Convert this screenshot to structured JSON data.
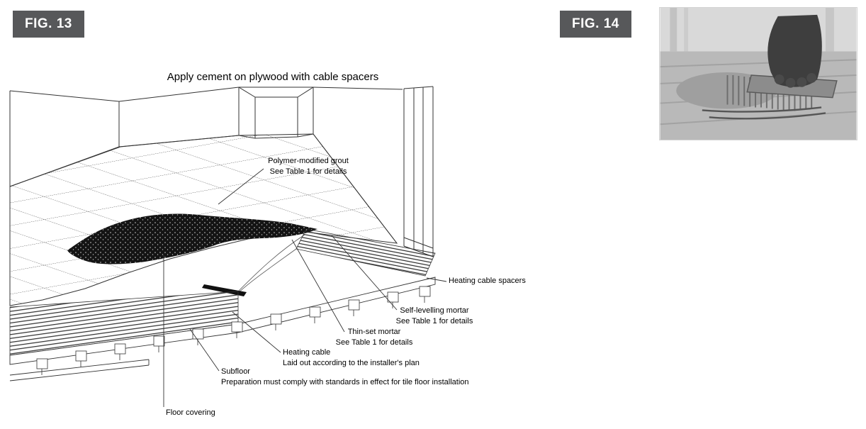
{
  "figures": {
    "fig13_label": "FIG. 13",
    "fig14_label": "FIG. 14"
  },
  "diagram": {
    "title": "Apply cement on plywood with cable spacers",
    "callouts": {
      "grout": {
        "line1": "Polymer-modified grout",
        "line2": "See Table 1 for details"
      },
      "spacers": {
        "line1": "Heating cable spacers"
      },
      "self_levelling": {
        "line1": "Self-levelling mortar",
        "line2": "See Table 1 for details"
      },
      "thin_set": {
        "line1": "Thin-set mortar",
        "line2": "See Table 1 for details"
      },
      "heating_cable": {
        "line1": "Heating cable",
        "line2": "Laid out according to the installer's plan"
      },
      "subfloor": {
        "line1": "Subfloor",
        "line2": "Preparation must comply with standards in effect for tile floor installation"
      },
      "floor_covering": {
        "line1": "Floor covering"
      }
    }
  },
  "colors": {
    "figure_label_bg": "#57585a",
    "figure_label_text": "#ffffff",
    "line_color": "#333333"
  }
}
